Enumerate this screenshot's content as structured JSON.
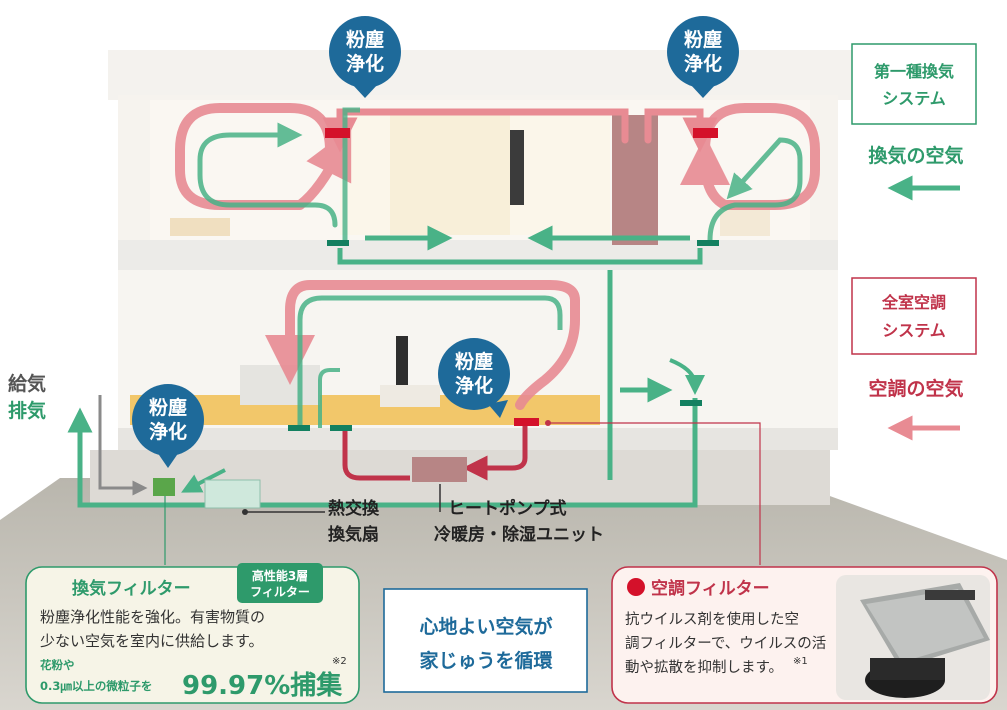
{
  "bubbles": [
    {
      "line1": "粉塵",
      "line2": "浄化"
    },
    {
      "line1": "粉塵",
      "line2": "浄化"
    },
    {
      "line1": "粉塵",
      "line2": "浄化"
    },
    {
      "line1": "粉塵",
      "line2": "浄化"
    }
  ],
  "legend": {
    "ventilation": {
      "line1": "第一種換気",
      "line2": "システム",
      "air_label": "換気の空気",
      "color": "#2e9a6b"
    },
    "aircon": {
      "line1": "全室空調",
      "line2": "システム",
      "air_label": "空調の空気",
      "color": "#c0334a"
    }
  },
  "intake": "給気",
  "exhaust": "排気",
  "labels": {
    "fan_line1": "熱交換",
    "fan_line2": "換気扇",
    "unit_line1": "ヒートポンプ式",
    "unit_line2": "冷暖房・除湿ユニット"
  },
  "filter_panel": {
    "title": "換気フィルター",
    "tag_line1": "高性能3層",
    "tag_line2": "フィルター",
    "desc_line1": "粉塵浄化性能を強化。有害物質の",
    "desc_line2": "少ない空気を室内に供給します。",
    "small_line1": "花粉や",
    "small_line2": "0.3㎛以上の微粒子を",
    "big": "99.97%捕集",
    "note": "※2"
  },
  "center_box": {
    "line1": "心地よい空気が",
    "line2": "家じゅうを循環"
  },
  "ac_panel": {
    "title": "空調フィルター",
    "desc_line1": "抗ウイルス剤を使用した空",
    "desc_line2": "調フィルターで、ウイルスの活",
    "desc_line3": "動や拡散を抑制します。",
    "note": "※1"
  },
  "colors": {
    "green": "#2e9a6b",
    "red": "#c0334a",
    "pink": "#e88b93",
    "bubble": "#1e6a9a",
    "floor": "#f2c76a",
    "unit": "#b78585"
  }
}
